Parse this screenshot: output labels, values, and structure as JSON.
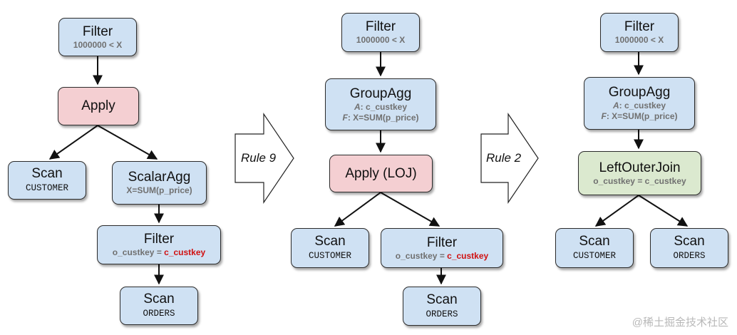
{
  "diagram_1": {
    "filter": {
      "title": "Filter",
      "sub": "1000000 < X"
    },
    "apply": {
      "title": "Apply"
    },
    "scan_customer": {
      "title": "Scan",
      "sub": "CUSTOMER"
    },
    "scalaragg": {
      "title": "ScalarAgg",
      "sub": "X=SUM(p_price)"
    },
    "filter2": {
      "title": "Filter",
      "sub_prefix": "o_custkey = ",
      "sub_highlight": "c_custkey"
    },
    "scan_orders": {
      "title": "Scan",
      "sub": "ORDERS"
    }
  },
  "rule_9": {
    "label": "Rule 9"
  },
  "diagram_2": {
    "filter": {
      "title": "Filter",
      "sub": "1000000 < X"
    },
    "groupagg": {
      "title": "GroupAgg",
      "a_label": "A",
      "a_value": ": c_custkey",
      "f_label": "F",
      "f_value": ": X=SUM(p_price)"
    },
    "apply_loj": {
      "title": "Apply (LOJ)"
    },
    "scan_customer": {
      "title": "Scan",
      "sub": "CUSTOMER"
    },
    "filter2": {
      "title": "Filter",
      "sub_prefix": "o_custkey = ",
      "sub_highlight": "c_custkey"
    },
    "scan_orders": {
      "title": "Scan",
      "sub": "ORDERS"
    }
  },
  "rule_2": {
    "label": "Rule 2"
  },
  "diagram_3": {
    "filter": {
      "title": "Filter",
      "sub": "1000000 < X"
    },
    "groupagg": {
      "title": "GroupAgg",
      "a_label": "A",
      "a_value": ": c_custkey",
      "f_label": "F",
      "f_value": ": X=SUM(p_price)"
    },
    "leftouterjoin": {
      "title": "LeftOuterJoin",
      "sub": "o_custkey = c_custkey"
    },
    "scan_customer": {
      "title": "Scan",
      "sub": "CUSTOMER"
    },
    "scan_orders": {
      "title": "Scan",
      "sub": "ORDERS"
    }
  },
  "watermark": "@稀土掘金技术社区",
  "colors": {
    "node_blue": "#cfe1f3",
    "node_pink": "#f4cfd2",
    "node_green": "#dbe9cf",
    "highlight_red": "#d01010"
  }
}
